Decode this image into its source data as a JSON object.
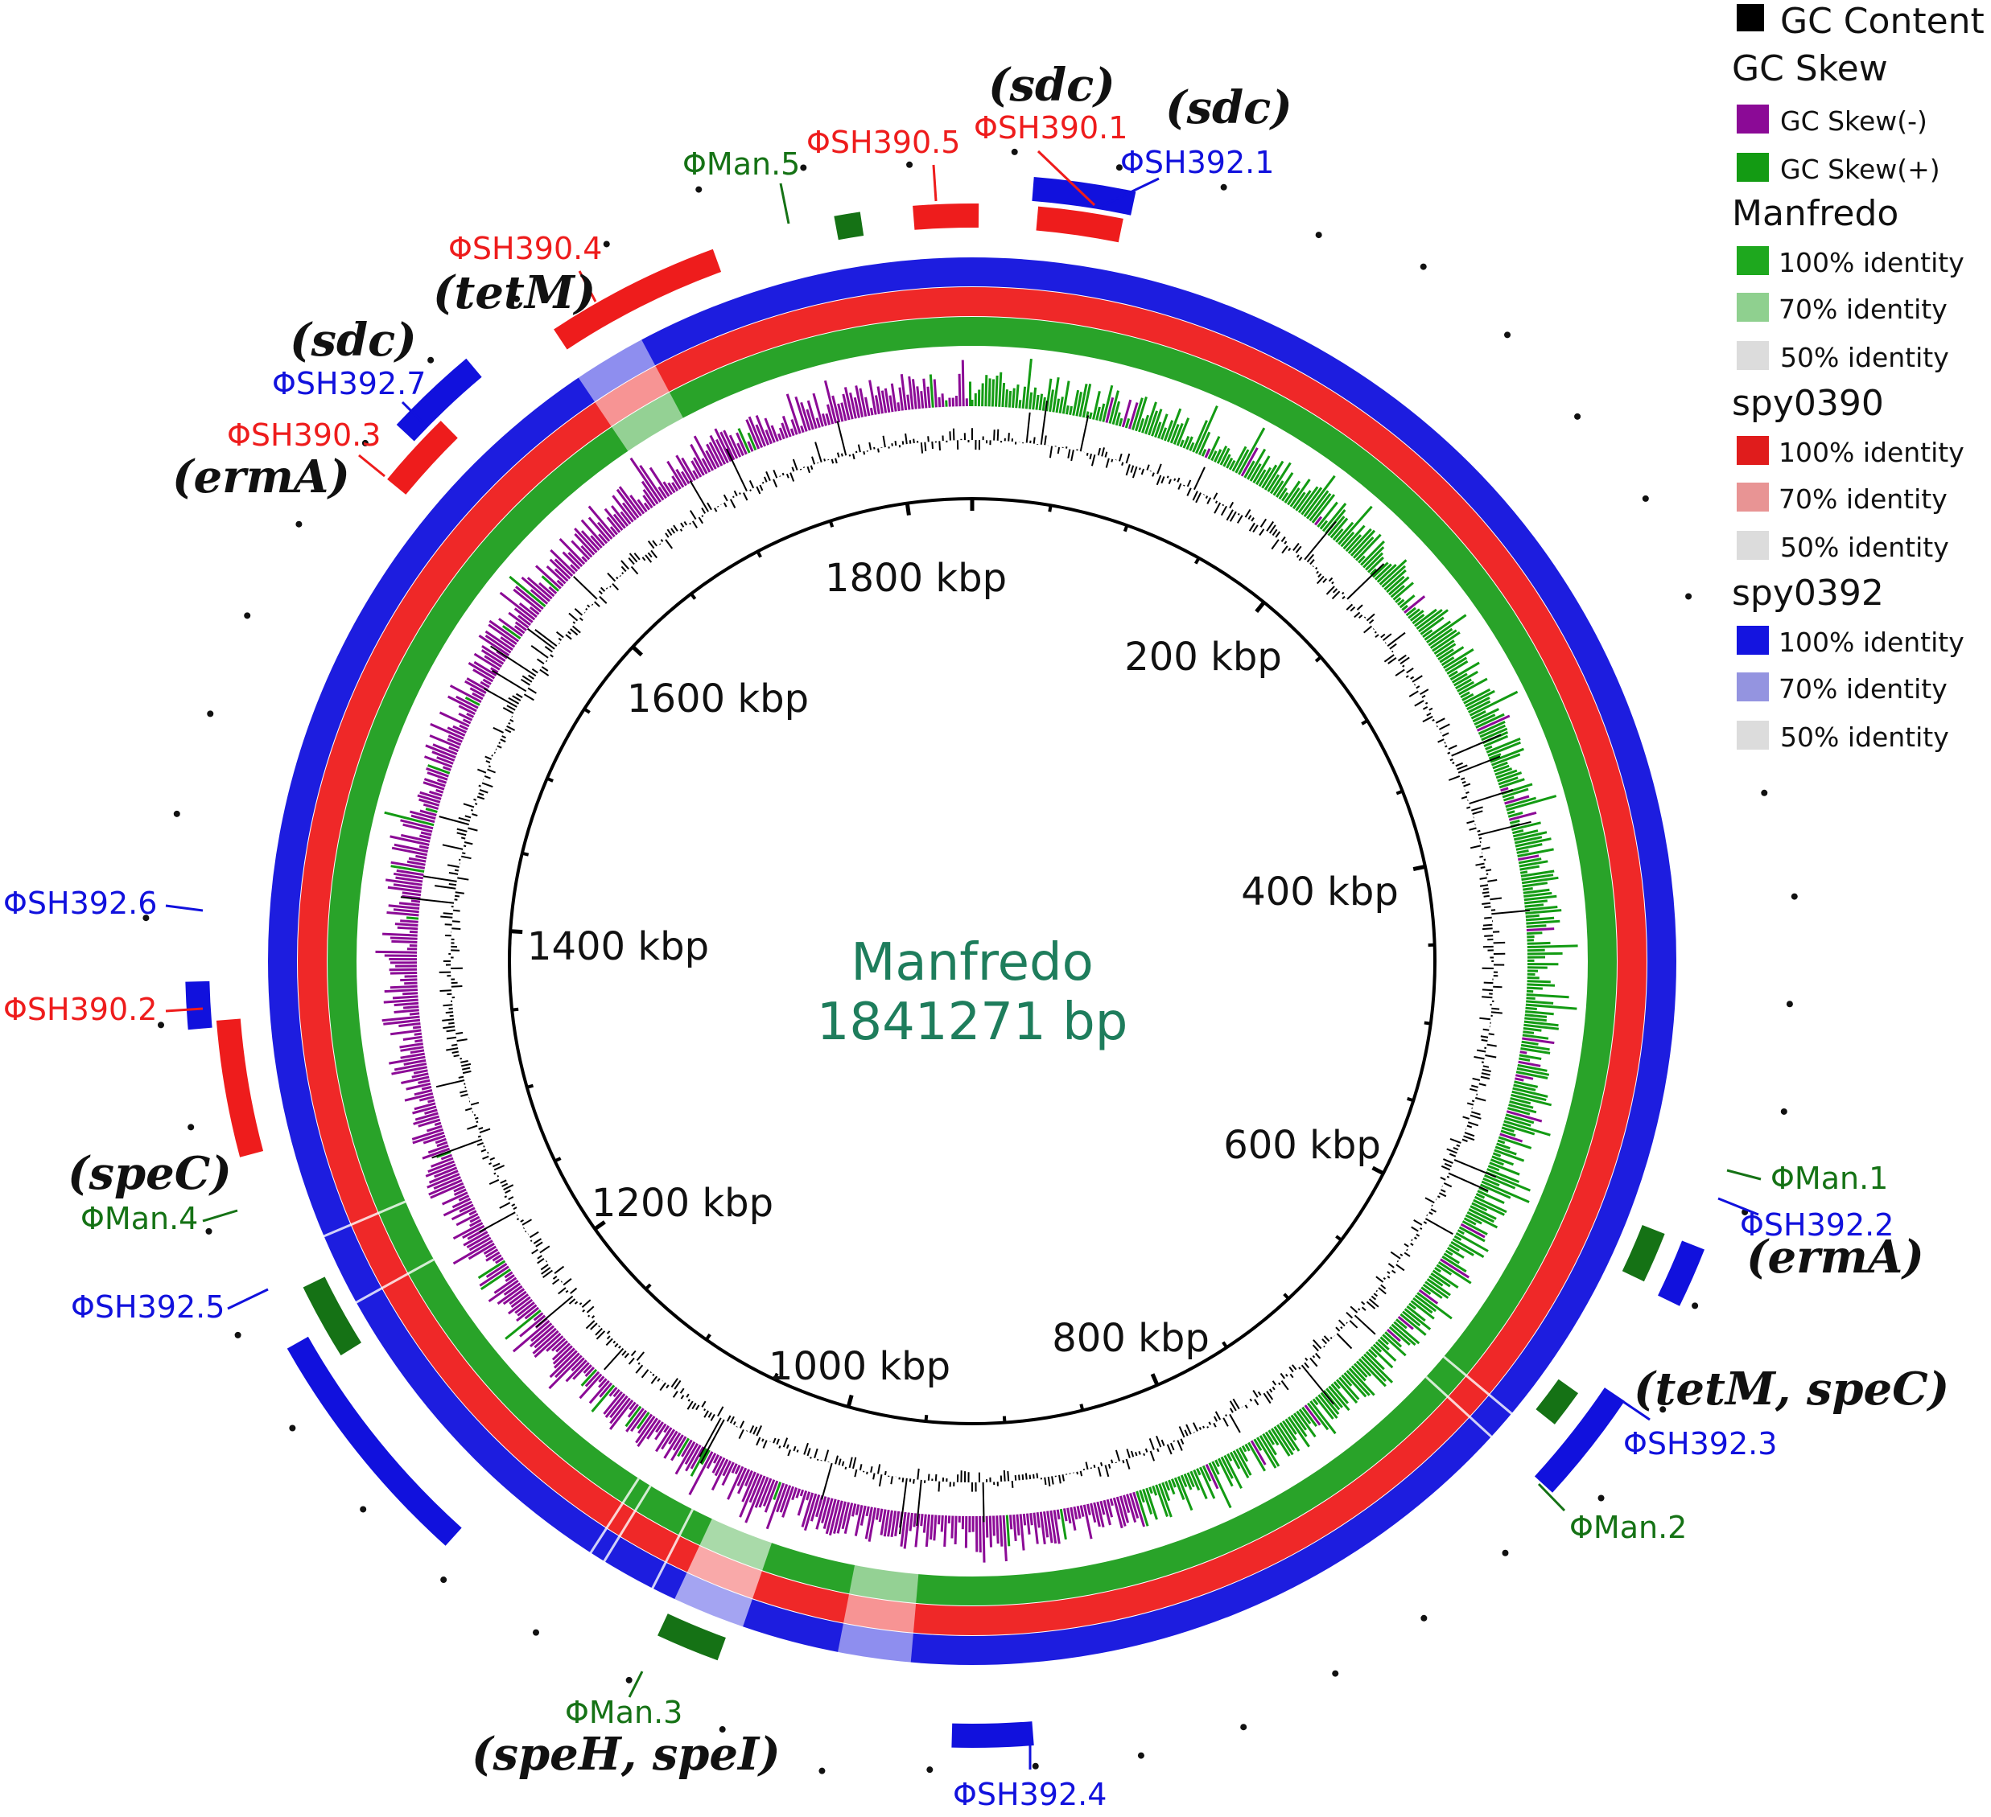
{
  "genome": {
    "name": "Manfredo",
    "size_label": "1841271 bp",
    "length_bp": 1841271,
    "color": "#1e7d5c"
  },
  "colors": {
    "blue": "#1111dd",
    "red": "#ee1c1c",
    "green": "#1e9e1e",
    "dark_green": "#157215",
    "skew_neg": "#8b0a96",
    "skew_pos": "#139b13",
    "gc": "#000000"
  },
  "ticks": [
    {
      "label": "200 kbp",
      "kbp": 200
    },
    {
      "label": "400 kbp",
      "kbp": 400
    },
    {
      "label": "600 kbp",
      "kbp": 600
    },
    {
      "label": "800 kbp",
      "kbp": 800
    },
    {
      "label": "1000 kbp",
      "kbp": 1000
    },
    {
      "label": "1200 kbp",
      "kbp": 1200
    },
    {
      "label": "1400 kbp",
      "kbp": 1400
    },
    {
      "label": "1600 kbp",
      "kbp": 1600
    },
    {
      "label": "1800 kbp",
      "kbp": 1800
    }
  ],
  "legend": {
    "gc_content": "GC Content",
    "gc_skew": "GC Skew",
    "gc_skew_neg": "GC Skew(-)",
    "gc_skew_pos": "GC Skew(+)",
    "groups": [
      {
        "name": "Manfredo",
        "items": [
          "100% identity",
          "70% identity",
          "50% identity"
        ],
        "colors": [
          "#1ea81e",
          "#8fd08f",
          "#dcdcdc"
        ]
      },
      {
        "name": "spy0390",
        "items": [
          "100% identity",
          "70% identity",
          "50% identity"
        ],
        "colors": [
          "#e01c1c",
          "#e89494",
          "#dcdcdc"
        ]
      },
      {
        "name": "spy0392",
        "items": [
          "100% identity",
          "70% identity",
          "50% identity"
        ],
        "colors": [
          "#1414e0",
          "#9494e0",
          "#dcdcdc"
        ]
      }
    ]
  },
  "prophages": [
    {
      "label": "ΦSH390.1",
      "color": "#ee1c1c"
    },
    {
      "label": "ΦSH392.1",
      "color": "#1111dd"
    },
    {
      "label": "ΦSH390.5",
      "color": "#ee1c1c"
    },
    {
      "label": "ΦMan.5",
      "color": "#157215"
    },
    {
      "label": "ΦSH390.4",
      "color": "#ee1c1c"
    },
    {
      "label": "ΦSH392.7",
      "color": "#1111dd"
    },
    {
      "label": "ΦSH390.3",
      "color": "#ee1c1c"
    },
    {
      "label": "ΦSH392.6",
      "color": "#1111dd"
    },
    {
      "label": "ΦSH390.2",
      "color": "#ee1c1c"
    },
    {
      "label": "ΦMan.4",
      "color": "#157215"
    },
    {
      "label": "ΦSH392.5",
      "color": "#1111dd"
    },
    {
      "label": "ΦMan.3",
      "color": "#157215"
    },
    {
      "label": "ΦSH392.4",
      "color": "#1111dd"
    },
    {
      "label": "ΦMan.2",
      "color": "#157215"
    },
    {
      "label": "ΦSH392.3",
      "color": "#1111dd"
    },
    {
      "label": "ΦMan.1",
      "color": "#157215"
    },
    {
      "label": "ΦSH392.2",
      "color": "#1111dd"
    }
  ],
  "gene_labels": [
    "(sdc)",
    "(sdc)",
    "(tetM)",
    "(sdc)",
    "(ermA)",
    "(speC)",
    "(speH, speI)",
    "(tetM, speC)",
    "(ermA)"
  ]
}
